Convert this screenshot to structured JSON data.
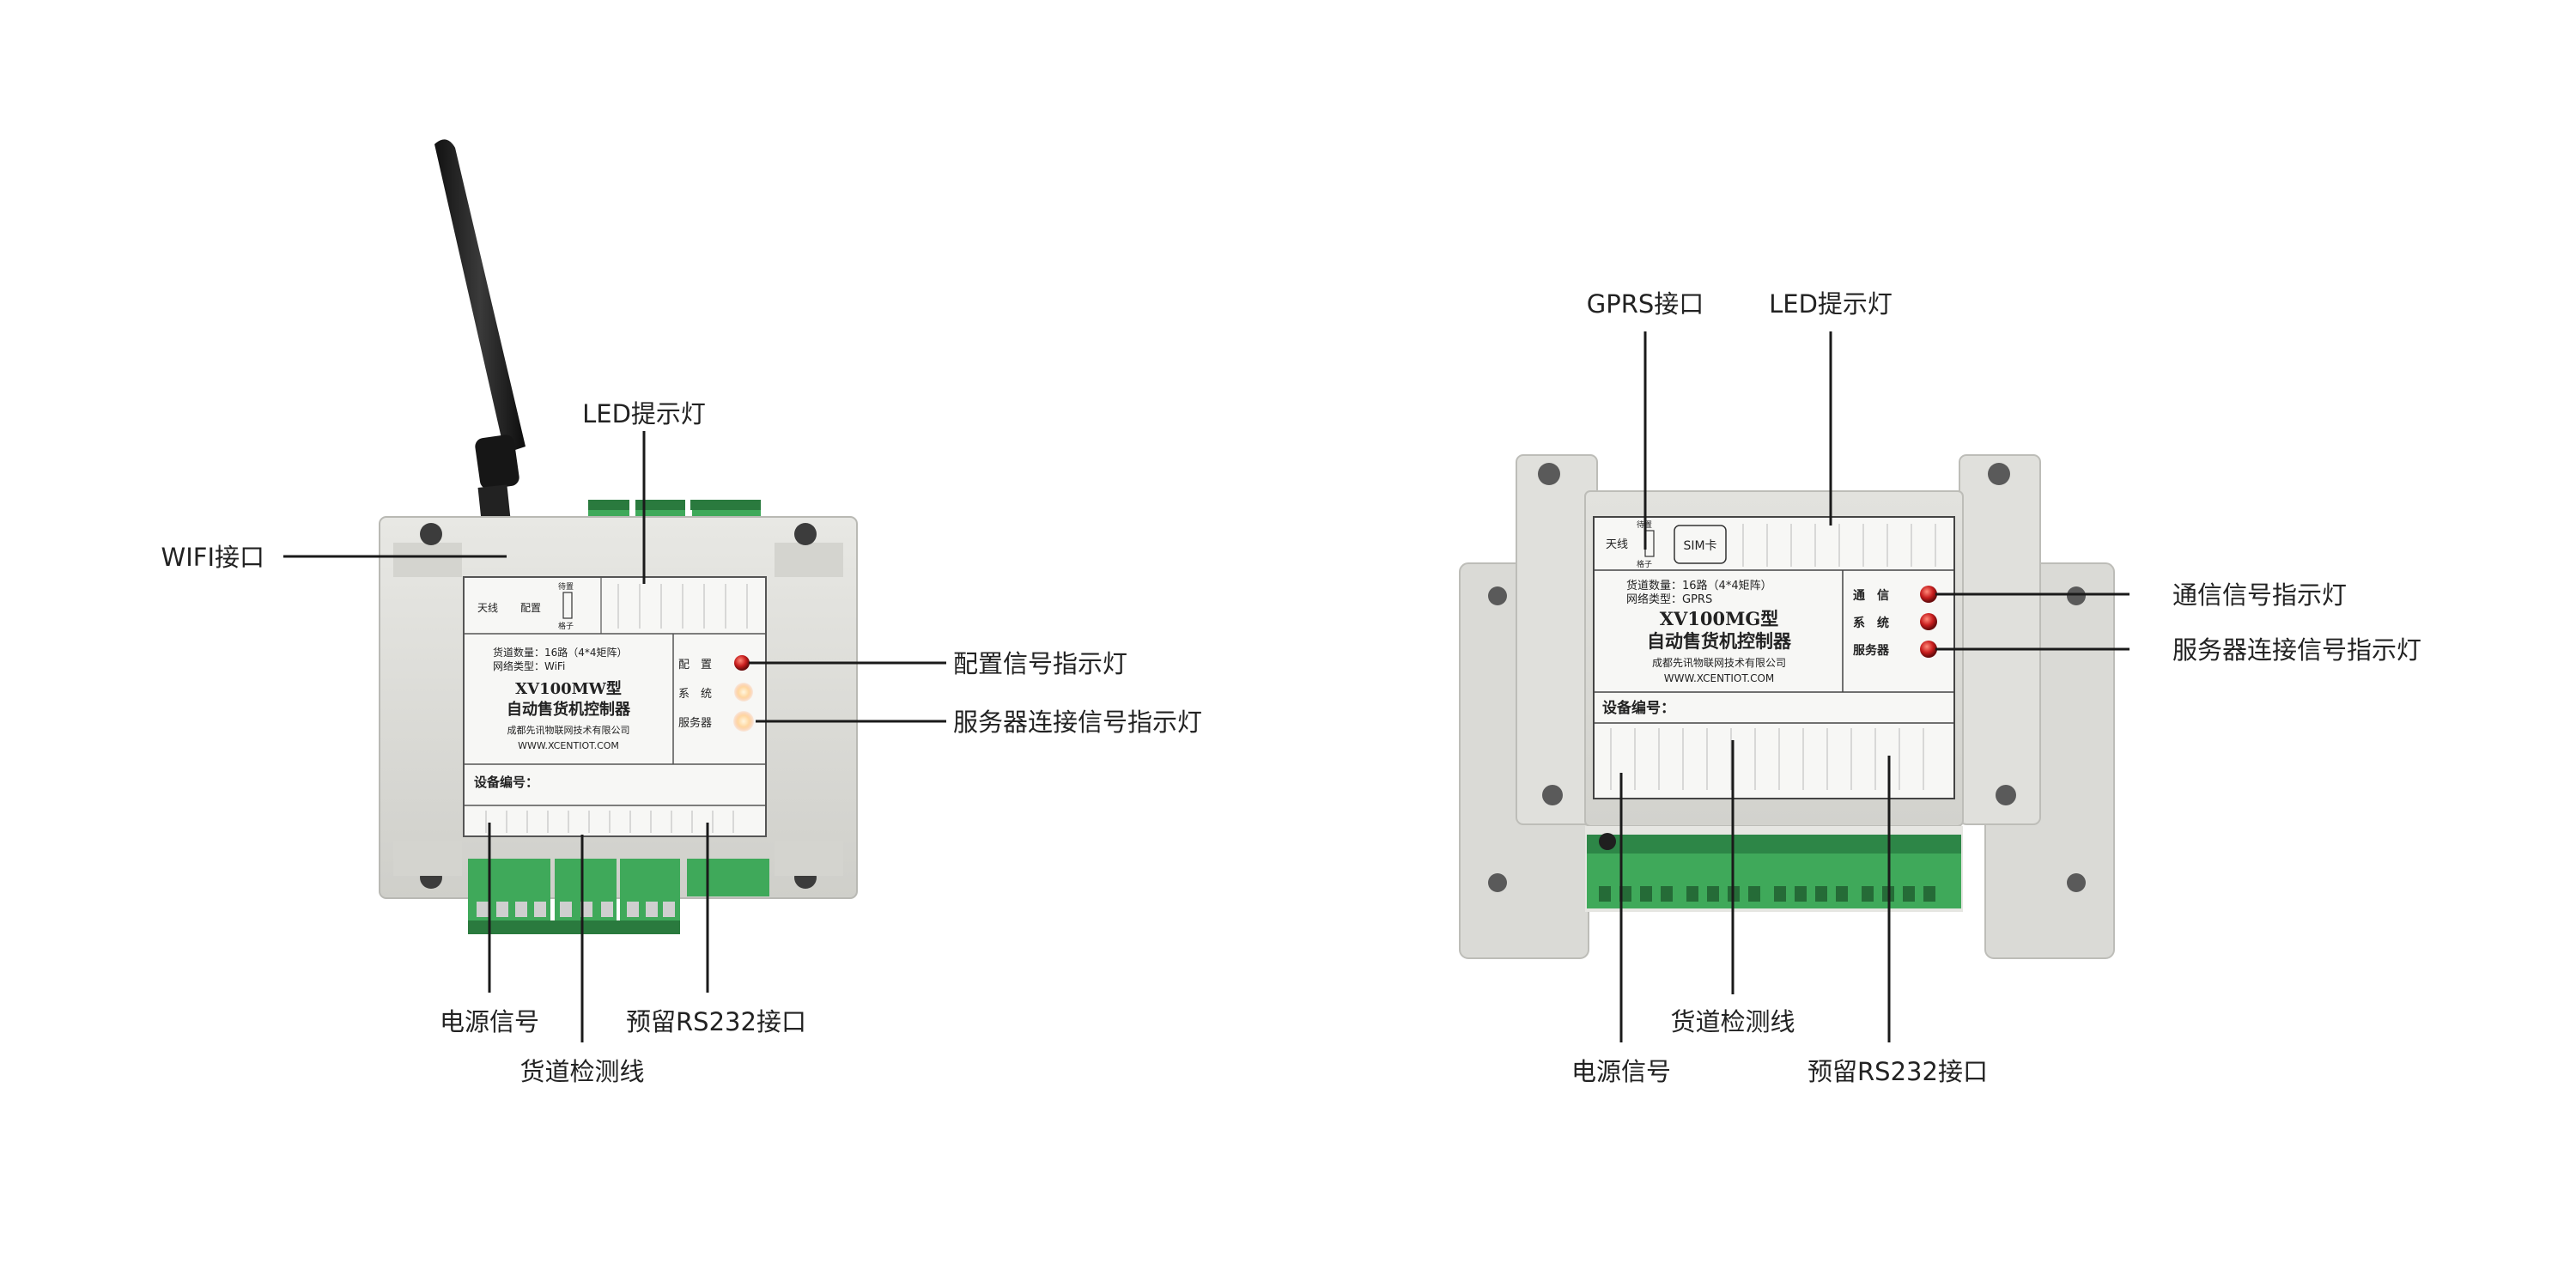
{
  "left_device": {
    "callouts": {
      "led": "LED提示灯",
      "wifi": "WIFI接口",
      "config_led": "配置信号指示灯",
      "server_led": "服务器连接信号指示灯",
      "power": "电源信号",
      "rs232": "预留RS232接口",
      "channel": "货道检测线"
    },
    "label": {
      "antenna": "天线",
      "config": "配置",
      "rank": "待置",
      "switch": "格子",
      "info_line1": "货道数量：16路（4*4矩阵）",
      "info_line2": "网络类型：WiFi",
      "model": "XV100MW型",
      "product": "自动售货机控制器",
      "company": "成都先讯物联网技术有限公司",
      "url": "WWW.XCENTIOT.COM",
      "ind_config": "配　置",
      "ind_system": "系　统",
      "ind_server": "服务器",
      "serial": "设备编号："
    }
  },
  "right_device": {
    "callouts": {
      "gprs": "GPRS接口",
      "led": "LED提示灯",
      "comm_led": "通信信号指示灯",
      "server_led": "服务器连接信号指示灯",
      "channel": "货道检测线",
      "power": "电源信号",
      "rs232": "预留RS232接口"
    },
    "label": {
      "antenna": "天线",
      "sim": "SIM卡",
      "rank": "待置",
      "switch": "格子",
      "info_line1": "货道数量：16路（4*4矩阵）",
      "info_line2": "网络类型：GPRS",
      "model": "XV100MG型",
      "product": "自动售货机控制器",
      "company": "成都先讯物联网技术有限公司",
      "url": "WWW.XCENTIOT.COM",
      "ind_comm": "通　信",
      "ind_system": "系　统",
      "ind_server": "服务器",
      "serial": "设备编号："
    }
  },
  "colors": {
    "case": "#dcdcd8",
    "case_shadow": "#b9b9b4",
    "terminal": "#3fa95a",
    "terminal_dark": "#2a7a3e",
    "led_red": "#c81e1e",
    "led_glow": "#ffb080",
    "antenna": "#1f1f1f",
    "gold": "#c9a34a"
  }
}
